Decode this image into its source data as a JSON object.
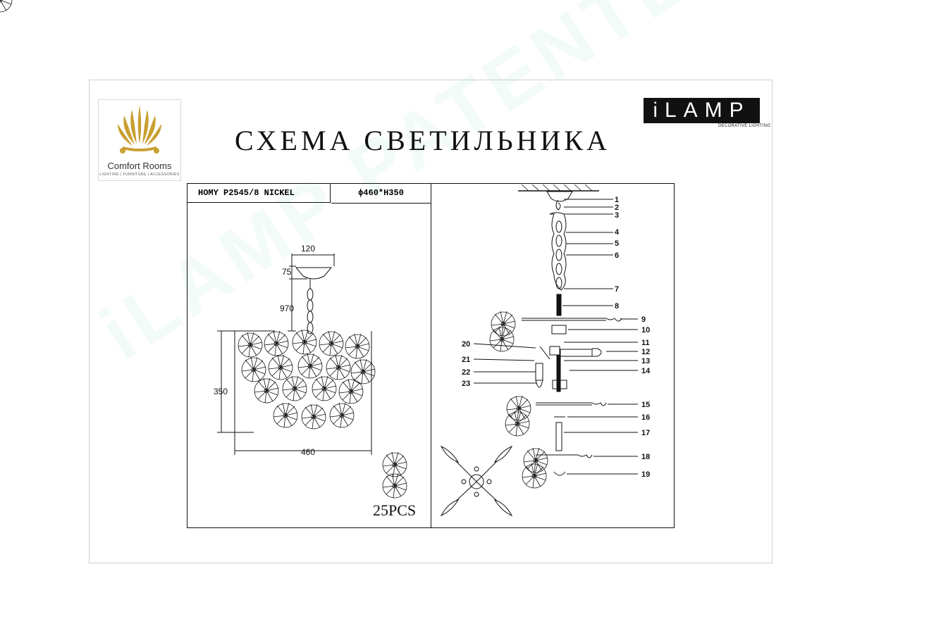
{
  "title": "СХЕМА СВЕТИЛЬНИКА",
  "logo_left": {
    "name": "Comfort Rooms",
    "tagline": "LIGHTING | FURNITURE | ACCESSORIES"
  },
  "logo_right": {
    "name": "iLAMP",
    "tagline": "DECORATIVE LIGHTING"
  },
  "watermark": "iLAMP PATENTED",
  "spec_header": {
    "model": "HOMY P2545/8 NICKEL",
    "dimensions": "ϕ460*H350"
  },
  "dimensions": {
    "canopy_width": "120",
    "canopy_height": "75",
    "chain_length": "970",
    "body_height": "350",
    "body_width": "460"
  },
  "crystal_count": "25PCS",
  "part_numbers": [
    "1",
    "2",
    "3",
    "4",
    "5",
    "6",
    "7",
    "8",
    "9",
    "10",
    "11",
    "12",
    "13",
    "14",
    "15",
    "16",
    "17",
    "18",
    "19",
    "20",
    "21",
    "22",
    "23"
  ],
  "colors": {
    "line": "#111111",
    "frame_border": "#cfcfcf",
    "watermark": "#5ac896"
  }
}
